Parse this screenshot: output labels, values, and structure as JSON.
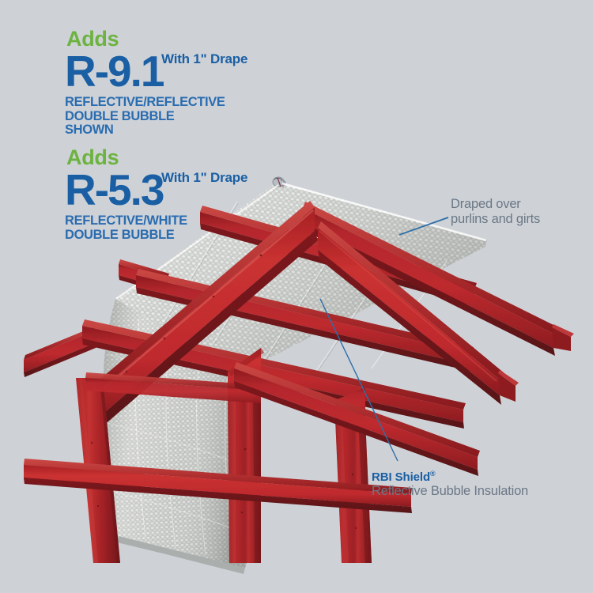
{
  "page": {
    "background_color": "#ced2d7",
    "title": "RBI Shield Reflective Bubble Insulation draped over purlins and girts"
  },
  "colors": {
    "green": "#6cb33f",
    "blue_dark": "#1a5fa4",
    "blue_mid": "#2a6cb0",
    "gray_text": "#6b7785",
    "steel_red": "#b01f24",
    "steel_red_dark": "#7c1418",
    "steel_red_light": "#d4383a",
    "foil_silver": "#c9cbc8",
    "leader_line": "#2e6ea8"
  },
  "spec_blocks": [
    {
      "adds_label": "Adds",
      "r_value": "R-9.1",
      "drape_note": "With 1\" Drape",
      "description_lines": [
        "REFLECTIVE/REFLECTIVE",
        "DOUBLE BUBBLE",
        "SHOWN"
      ]
    },
    {
      "adds_label": "Adds",
      "r_value": "R-5.3",
      "drape_note": "With 1\" Drape",
      "description_lines": [
        "REFLECTIVE/WHITE",
        "DOUBLE BUBBLE"
      ]
    }
  ],
  "callouts": {
    "draped": {
      "line1": "Draped over",
      "line2": "purlins and girts"
    },
    "product": {
      "name": "RBI Shield",
      "registered_mark": "®",
      "subtitle": "Reflective Bubble Insulation"
    }
  },
  "illustration": {
    "type": "3d-steel-building-frame",
    "elements": [
      "red-steel-rafters",
      "red-steel-columns",
      "red-steel-purlins",
      "red-steel-girts",
      "silver-foil-bubble-insulation-roof",
      "silver-foil-bubble-insulation-wall"
    ]
  }
}
